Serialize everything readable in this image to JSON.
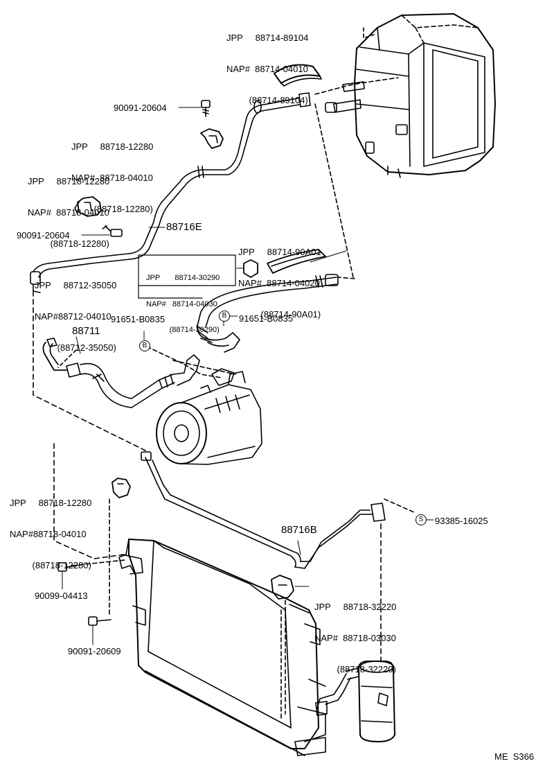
{
  "labels": {
    "evap_seal": {
      "l1": "JPP     88714-89104",
      "l2": "NAP#  88714-04010",
      "l3": "         (88714-89104)"
    },
    "bolt_top": "90091-20604",
    "clamp_a": {
      "l1": "JPP     88718-12280",
      "l2": "NAP#  88718-04010",
      "l3": "         (88718-12280)"
    },
    "clamp_b": {
      "l1": "JPP     88718-12280",
      "l2": "NAP#  88718-04010",
      "l3": "         (88718-12280)"
    },
    "bolt_mid": "90091-20604",
    "pipe_88716E": "88716E",
    "seal_90A01": {
      "l1": "JPP     88714-90A01",
      "l2": "NAP#  88714-04020",
      "l3": "         (88714-90A01)"
    },
    "hose_35050": {
      "l1": "JPP     88712-35050",
      "l2": "NAP#88712-04010",
      "l3": "         (88712-35050)"
    },
    "seal_30290": {
      "l1": "JPP       88714-30290",
      "l2": "NAP#   88714-04030",
      "l3": "           (88714-30290)"
    },
    "oring_left": "91651-B0835",
    "oring_right": "91651-B0835",
    "hose_88711": "88711",
    "clamp_c": {
      "l1": "JPP     88718-12280",
      "l2": "NAP#88718-04010",
      "l3": "         (88718-12280)"
    },
    "bolt_screw": "93385-16025",
    "pipe_88716B": "88716B",
    "clamp_d": {
      "l1": "JPP     88718-32220",
      "l2": "NAP#  88718-03030",
      "l3": "         (88718-32220)"
    },
    "bolt_04413": "90099-04413",
    "bolt_20609": "90091-20609",
    "footer": "ME  S366"
  },
  "callouts": {
    "b": "B",
    "s": "S"
  },
  "icons": [
    "evaporator-unit",
    "compressor",
    "condenser",
    "receiver-drier",
    "bolt-icon",
    "clamp-icon",
    "seal-icon"
  ],
  "colors": {
    "ink": "#000000",
    "paper": "#ffffff"
  }
}
